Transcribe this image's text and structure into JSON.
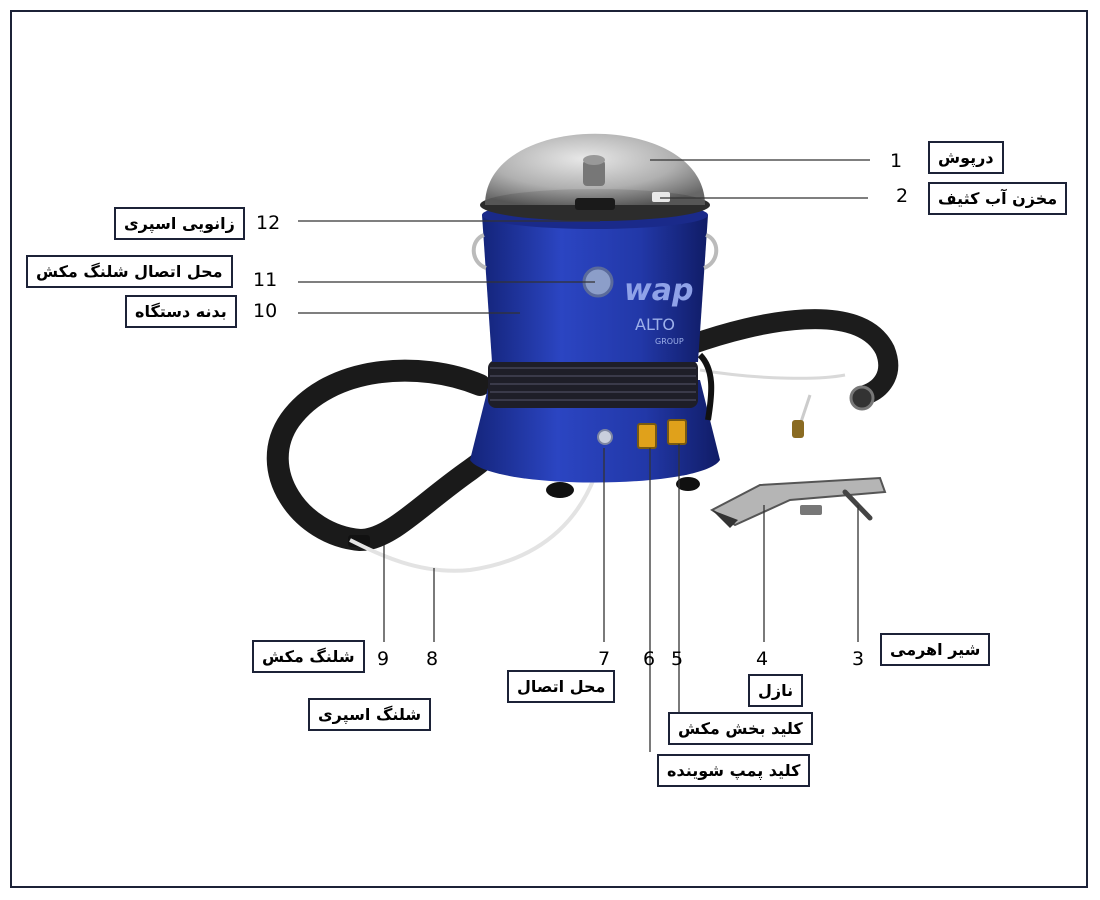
{
  "diagram": {
    "device_brand": "wap",
    "device_logo_text": "ALTO",
    "device_logo_subtext": "GROUP",
    "parts": [
      {
        "number": "1",
        "label": "درپوش"
      },
      {
        "number": "2",
        "label": "مخزن آب کثیف"
      },
      {
        "number": "3",
        "label": "شیر اهرمی"
      },
      {
        "number": "4",
        "label": "نازل"
      },
      {
        "number": "5",
        "label": "کلید بخش مکش"
      },
      {
        "number": "6",
        "label": "کلید پمپ شوینده"
      },
      {
        "number": "7",
        "label": "محل اتصال"
      },
      {
        "number": "8",
        "label": "شلنگ اسپری"
      },
      {
        "number": "9",
        "label": "شلنگ مکش"
      },
      {
        "number": "10",
        "label": "بدنه دستگاه"
      },
      {
        "number": "11",
        "label": "محل اتصال شلنگ مکش"
      },
      {
        "number": "12",
        "label": "زانویی اسپری"
      }
    ]
  },
  "colors": {
    "frame": "#1c2237",
    "body_blue": "#2238a8",
    "hose": "#1c1c1c"
  }
}
